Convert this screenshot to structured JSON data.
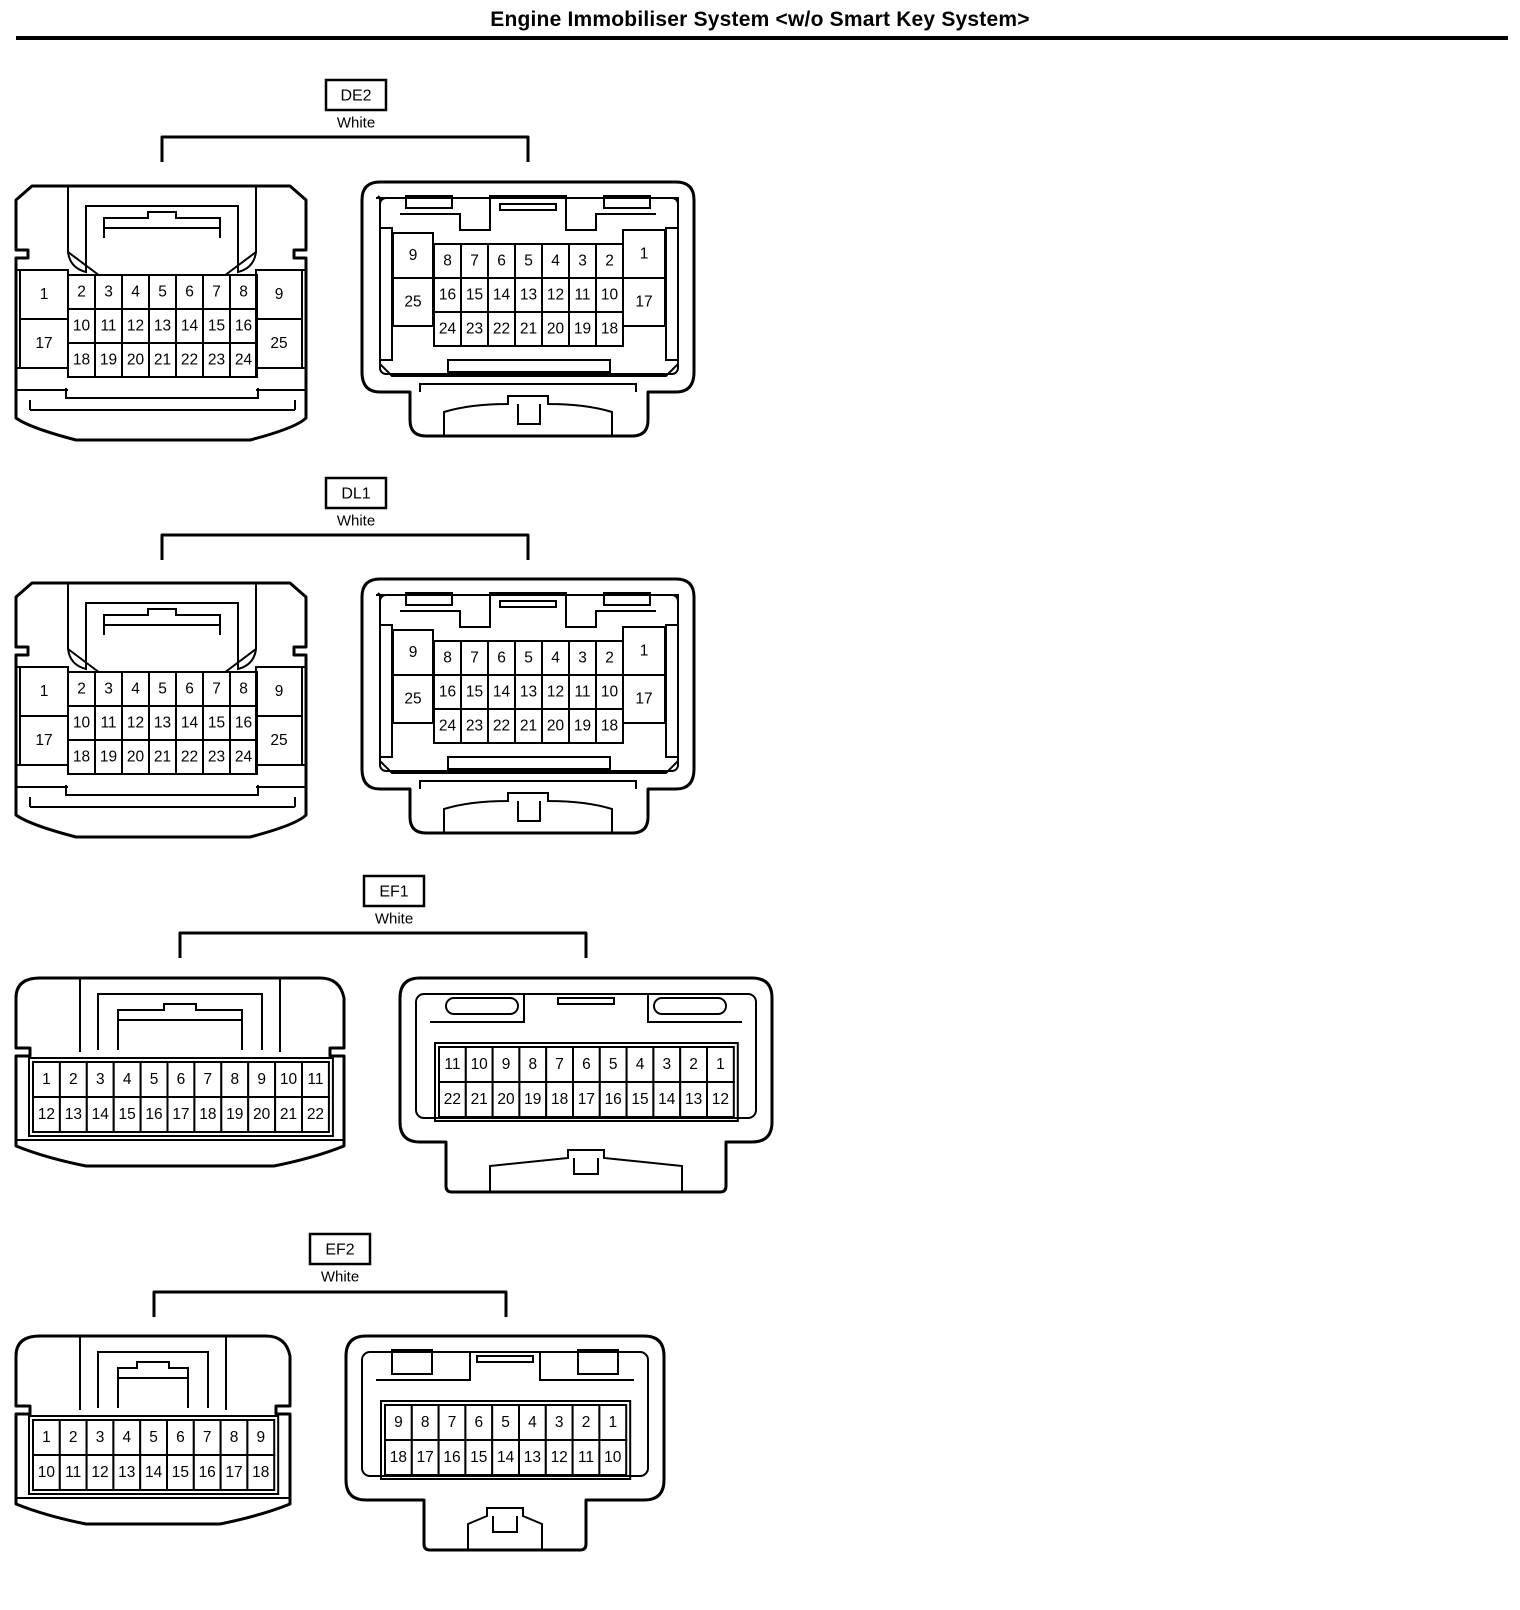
{
  "title": "Engine Immobiliser System <w/o Smart Key System>",
  "connectors": [
    {
      "code": "DE2",
      "color": "White",
      "style": "bulk",
      "male": {
        "left_big": [
          "1",
          "17"
        ],
        "right_big": [
          "9",
          "25"
        ],
        "rows": [
          [
            "2",
            "3",
            "4",
            "5",
            "6",
            "7",
            "8"
          ],
          [
            "10",
            "11",
            "12",
            "13",
            "14",
            "15",
            "16"
          ],
          [
            "18",
            "19",
            "20",
            "21",
            "22",
            "23",
            "24"
          ]
        ]
      },
      "female": {
        "left_big": [
          "9",
          "25"
        ],
        "right_big": [
          "1",
          "17"
        ],
        "rows": [
          [
            "8",
            "7",
            "6",
            "5",
            "4",
            "3",
            "2"
          ],
          [
            "16",
            "15",
            "14",
            "13",
            "12",
            "11",
            "10"
          ],
          [
            "24",
            "23",
            "22",
            "21",
            "20",
            "19",
            "18"
          ]
        ]
      }
    },
    {
      "code": "DL1",
      "color": "White",
      "style": "bulk",
      "male": {
        "left_big": [
          "1",
          "17"
        ],
        "right_big": [
          "9",
          "25"
        ],
        "rows": [
          [
            "2",
            "3",
            "4",
            "5",
            "6",
            "7",
            "8"
          ],
          [
            "10",
            "11",
            "12",
            "13",
            "14",
            "15",
            "16"
          ],
          [
            "18",
            "19",
            "20",
            "21",
            "22",
            "23",
            "24"
          ]
        ]
      },
      "female": {
        "left_big": [
          "9",
          "25"
        ],
        "right_big": [
          "1",
          "17"
        ],
        "rows": [
          [
            "8",
            "7",
            "6",
            "5",
            "4",
            "3",
            "2"
          ],
          [
            "16",
            "15",
            "14",
            "13",
            "12",
            "11",
            "10"
          ],
          [
            "24",
            "23",
            "22",
            "21",
            "20",
            "19",
            "18"
          ]
        ]
      }
    },
    {
      "code": "EF1",
      "color": "White",
      "style": "row",
      "male": {
        "rows": [
          [
            "1",
            "2",
            "3",
            "4",
            "5",
            "6",
            "7",
            "8",
            "9",
            "10",
            "11"
          ],
          [
            "12",
            "13",
            "14",
            "15",
            "16",
            "17",
            "18",
            "19",
            "20",
            "21",
            "22"
          ]
        ]
      },
      "female": {
        "rows": [
          [
            "11",
            "10",
            "9",
            "8",
            "7",
            "6",
            "5",
            "4",
            "3",
            "2",
            "1"
          ],
          [
            "22",
            "21",
            "20",
            "19",
            "18",
            "17",
            "16",
            "15",
            "14",
            "13",
            "12"
          ]
        ]
      }
    },
    {
      "code": "EF2",
      "color": "White",
      "style": "row",
      "male": {
        "rows": [
          [
            "1",
            "2",
            "3",
            "4",
            "5",
            "6",
            "7",
            "8",
            "9"
          ],
          [
            "10",
            "11",
            "12",
            "13",
            "14",
            "15",
            "16",
            "17",
            "18"
          ]
        ]
      },
      "female": {
        "rows": [
          [
            "9",
            "8",
            "7",
            "6",
            "5",
            "4",
            "3",
            "2",
            "1"
          ],
          [
            "18",
            "17",
            "16",
            "15",
            "14",
            "13",
            "12",
            "11",
            "10"
          ]
        ]
      }
    }
  ]
}
